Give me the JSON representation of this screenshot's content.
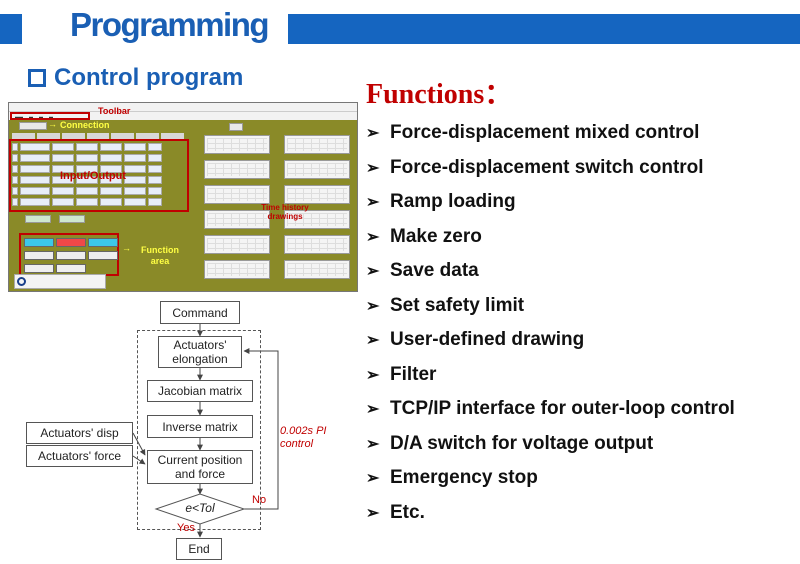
{
  "header": {
    "title": "Programming"
  },
  "subtitle": "Control program",
  "software": {
    "annotations": {
      "toolbar": "Toolbar",
      "connection": "Connection",
      "input_output": "Input/Output",
      "time_history": "Time history drawings",
      "function_area": "Function area"
    },
    "arrow": "→"
  },
  "flowchart": {
    "command": "Command",
    "elongation": "Actuators' elongation",
    "jacobian": "Jacobian matrix",
    "inverse": "Inverse matrix",
    "current": "Current position and force",
    "decision": "e<Tol",
    "end": "End",
    "disp": "Actuators' disp",
    "force": "Actuators' force",
    "pi_control": "0.002s PI control",
    "no": "No",
    "yes": "Yes"
  },
  "functions": {
    "title": "Functions：",
    "bullet": "➢",
    "items": [
      "Force-displacement mixed control",
      "Force-displacement switch control",
      "Ramp loading",
      "Make zero",
      "Save data",
      "Set safety limit",
      "User-defined drawing",
      "Filter",
      "TCP/IP interface for outer-loop control",
      "D/A switch for voltage output",
      "Emergency stop",
      "Etc."
    ]
  },
  "colors": {
    "accent": "#1a5fb4",
    "header_bar": "#1565c0",
    "red": "#c00000",
    "panel": "#8a8a28",
    "label_yellow": "#ffff44"
  }
}
